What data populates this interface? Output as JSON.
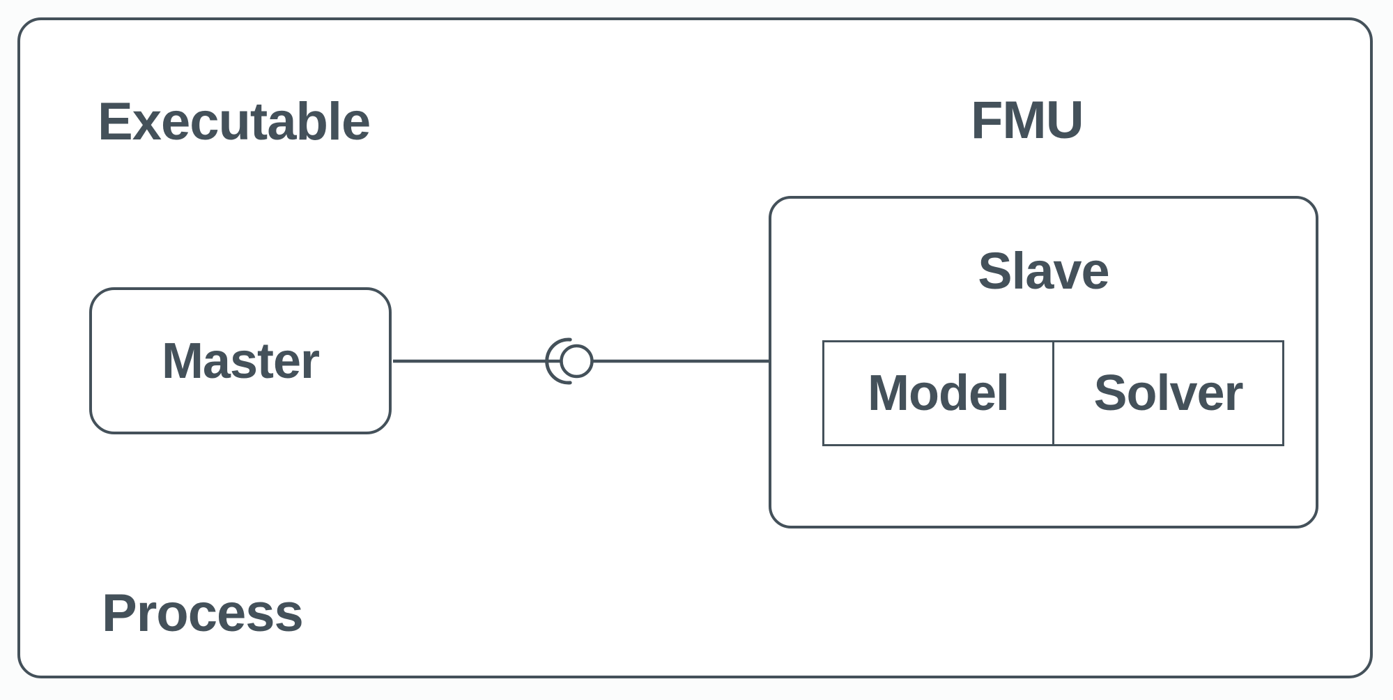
{
  "colors": {
    "ink": "#44515a",
    "canvas_background": "#fbfcfc",
    "node_fill": "#ffffff"
  },
  "labels": {
    "executable": "Executable",
    "fmu": "FMU",
    "process": "Process"
  },
  "nodes": {
    "master": {
      "label": "Master"
    },
    "slave": {
      "label": "Slave",
      "components": [
        {
          "label": "Model"
        },
        {
          "label": "Solver"
        }
      ]
    }
  },
  "connector": {
    "kind": "ball-and-socket-interface"
  }
}
